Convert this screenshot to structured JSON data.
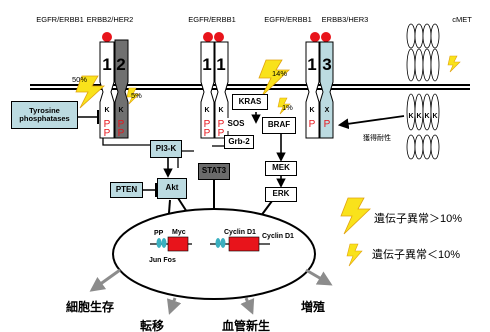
{
  "receptors": {
    "egfr_erbb1_a": "EGFR/ERBB1",
    "erbb2_her2": "ERBB2/HER2",
    "egfr_erbb1_b": "EGFR/ERBB1",
    "egfr_erbb1_c": "EGFR/ERBB1",
    "erbb3_her3": "ERBB3/HER3",
    "cmet": "cMET"
  },
  "receptor_numbers": {
    "r1": "1",
    "r2": "2",
    "r3": "1",
    "r4": "1",
    "r5": "1",
    "r6": "3"
  },
  "kinase_label": "K",
  "phospho_label": "P",
  "x_label": "X",
  "percentages": {
    "left": "50%",
    "her2": "5%",
    "kras": "14%",
    "braf": "1%"
  },
  "nodes": {
    "tyrosine_phosphatases": "Tyrosine phosphatases",
    "kras": "KRAS",
    "sos": "SOS",
    "grb2": "Grb-2",
    "braf": "BRAF",
    "pi3k": "PI3-K",
    "mek": "MEK",
    "stat3": "STAT3",
    "pten": "PTEN",
    "akt": "Akt",
    "erk": "ERK"
  },
  "nucleus": {
    "pp": "PP",
    "myc": "Myc",
    "jun_fos": "Jun Fos",
    "cyclin_d1": "Cyclin D1",
    "cyclin_d1_right": "Cyclin D1"
  },
  "acquired_resistance": "獲得耐性",
  "legend": {
    "high": "遺伝子異常＞10%",
    "low": "遺伝子異常＜10%"
  },
  "outcomes": {
    "survival": "細胞生存",
    "metastasis": "転移",
    "angiogenesis": "血管新生",
    "proliferation": "増殖"
  },
  "colors": {
    "red": "#e8141b",
    "dark_gray": "#707070",
    "light_blue": "#bcdbe1",
    "stat3_gray": "#6b6b6b",
    "bolt_yellow": "#f9e21b",
    "bolt_edge": "#e0a20f",
    "arrow_gray": "#8c8c8c",
    "teal": "#3ab0c0"
  }
}
